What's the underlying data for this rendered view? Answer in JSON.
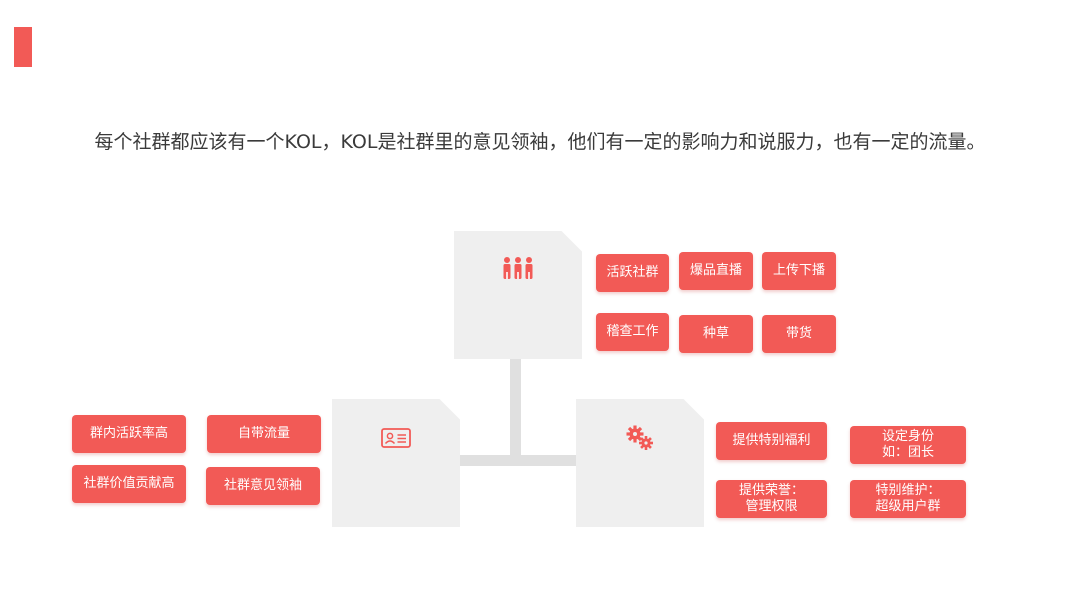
{
  "headline": "每个社群都应该有一个KOL，KOL是社群里的意见领袖，他们有一定的影响力和说服力，也有一定的流量。",
  "colors": {
    "accent": "#f25a56",
    "card": "#efefef",
    "connector": "#e0e0e0",
    "text": "#3a3a3a"
  },
  "cards": {
    "top": {
      "icon": "people-group-icon"
    },
    "left": {
      "icon": "id-card-icon"
    },
    "right": {
      "icon": "gears-icon"
    }
  },
  "top_tags": [
    "活跃社群",
    "爆品直播",
    "上传下播",
    "稽查工作",
    "种草",
    "带货"
  ],
  "left_tags": [
    "群内活跃率高",
    "自带流量",
    "社群价值贡献高",
    "社群意见领袖"
  ],
  "right_tags": [
    "提供特别福利",
    "设定身份\n如：团长",
    "提供荣誉：\n管理权限",
    "特别维护：\n超级用户群"
  ]
}
